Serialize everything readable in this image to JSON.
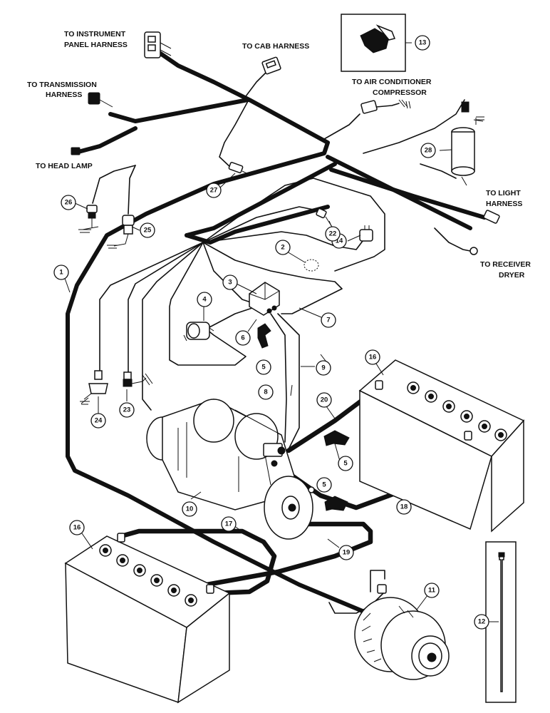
{
  "labels": {
    "instrument_panel": [
      "TO INSTRUMENT",
      "PANEL HARNESS"
    ],
    "cab_harness": "TO CAB HARNESS",
    "transmission": [
      "TO TRANSMISSION",
      "HARNESS"
    ],
    "head_lamp": "TO HEAD LAMP",
    "air_conditioner": [
      "TO AIR CONDITIONER",
      "COMPRESSOR"
    ],
    "light_harness": [
      "TO LIGHT",
      "HARNESS"
    ],
    "receiver_dryer": [
      "TO RECEIVER",
      "DRYER"
    ]
  },
  "callouts": {
    "c1": "1",
    "c2": "2",
    "c3": "3",
    "c4": "4",
    "c5a": "5",
    "c5b": "5",
    "c5c": "5",
    "c6": "6",
    "c7": "7",
    "c8": "8",
    "c9": "9",
    "c10": "10",
    "c11": "11",
    "c12": "12",
    "c13": "13",
    "c14": "14",
    "c16a": "16",
    "c16b": "16",
    "c17": "17",
    "c18": "18",
    "c19": "19",
    "c20": "20",
    "c22": "22",
    "c23": "23",
    "c24": "24",
    "c25": "25",
    "c26": "26",
    "c27": "27",
    "c28": "28"
  }
}
